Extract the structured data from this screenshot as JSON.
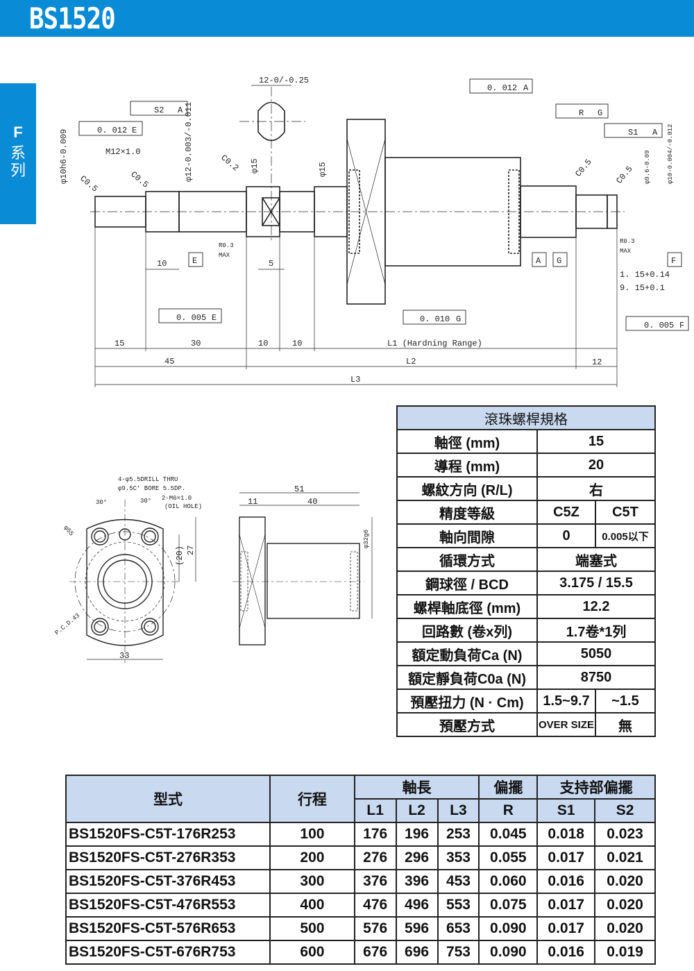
{
  "header": {
    "title": "BS1520"
  },
  "side_tab": {
    "letter": "F",
    "text": "系列"
  },
  "colors": {
    "brand_blue": "#0a8bd6",
    "table_header": "#c9daf0"
  },
  "drawing": {
    "labels": {
      "gt_s2": "S2",
      "gt_s2_ref": "A",
      "gt_012e": "0. 012",
      "gt_012e_ref": "E",
      "d10h6": "φ10h6-0.009",
      "c05a": "C0.5",
      "c05b": "C0.5",
      "m12": "M12×1.0",
      "d12": "φ12-0.003/-0.011",
      "flat": "12-0/-0.25",
      "c02": "C0.2",
      "d15a": "φ15",
      "d15b": "φ15",
      "r03a": "R0.3",
      "maxa": "MAX",
      "d10a": "10",
      "ea": "E",
      "five": "5",
      "gt_005e": "0. 005",
      "gt_005e_ref": "E",
      "gt_012a": "0. 012",
      "gt_012a_ref": "A",
      "gt_rg": "R",
      "gt_rg_ref": "G",
      "gt_s1": "S1",
      "gt_s1_ref": "A",
      "c05c": "C0.5",
      "c05d": "C0.5",
      "d96": "φ9.6-0.09",
      "d10b": "φ10-0.004/-0.012",
      "r03b": "R0.3",
      "maxb": "MAX",
      "l115": "1. 15+0.14",
      "l915": "9. 15+0.1",
      "da": "A",
      "dg": "G",
      "df": "F",
      "gt_010g": "0. 010",
      "gt_010g_ref": "G",
      "gt_005f": "0. 005",
      "gt_005f_ref": "F",
      "d15": "15",
      "d30": "30",
      "d10c": "10",
      "d10d": "10",
      "l1": "L1 (Hardning Range)",
      "d12r": "12",
      "d45": "45",
      "l2": "L2",
      "l3": "L3",
      "drill1": "4-φ5.5DRILL THRU",
      "drill2": "φ9.5C' BORE 5.5DP.",
      "ang1": "30°",
      "ang2": "30°",
      "m6": "2-M6×1.0",
      "oil": "(OIL HOLE)",
      "d55": "φ55",
      "pcd": "P.C.D.43",
      "d20": "(20)",
      "d27": "27",
      "d33": "33",
      "d51": "51",
      "d11": "11",
      "d40": "40",
      "d32": "φ32g6"
    }
  },
  "spec_table": {
    "title": "滾珠螺桿規格",
    "rows": [
      {
        "label": "軸徑 (mm)",
        "value": "15"
      },
      {
        "label": "導程 (mm)",
        "value": "20"
      },
      {
        "label": "螺紋方向 (R/L)",
        "value": "右"
      },
      {
        "label": "精度等級",
        "v1": "C5Z",
        "v2": "C5T"
      },
      {
        "label": "軸向間隙",
        "v1": "0",
        "v2": "0.005以下"
      },
      {
        "label": "循環方式",
        "value": "端塞式"
      },
      {
        "label": "鋼球徑 / BCD",
        "value": "3.175 / 15.5"
      },
      {
        "label": "螺桿軸底徑 (mm)",
        "value": "12.2"
      },
      {
        "label": "回路數 (卷x列)",
        "value": "1.7卷*1列"
      },
      {
        "label": "額定動負荷Ca  (N)",
        "value": "5050"
      },
      {
        "label": "額定靜負荷C0a  (N)",
        "value": "8750"
      },
      {
        "label": "預壓扭力  (N · Cm)",
        "v1": "1.5~9.7",
        "v2": "~1.5"
      },
      {
        "label": "預壓方式",
        "v1": "OVER SIZE",
        "v2": "無"
      }
    ]
  },
  "model_table": {
    "headers": {
      "model": "型式",
      "stroke": "行程",
      "shaft_length": "軸長",
      "runout": "偏擺",
      "support_runout": "支持部偏擺",
      "l1": "L1",
      "l2": "L2",
      "l3": "L3",
      "r": "R",
      "s1": "S1",
      "s2": "S2"
    },
    "rows": [
      [
        "BS1520FS-C5T-176R253",
        "100",
        "176",
        "196",
        "253",
        "0.045",
        "0.018",
        "0.023"
      ],
      [
        "BS1520FS-C5T-276R353",
        "200",
        "276",
        "296",
        "353",
        "0.055",
        "0.017",
        "0.021"
      ],
      [
        "BS1520FS-C5T-376R453",
        "300",
        "376",
        "396",
        "453",
        "0.060",
        "0.016",
        "0.020"
      ],
      [
        "BS1520FS-C5T-476R553",
        "400",
        "476",
        "496",
        "553",
        "0.075",
        "0.017",
        "0.020"
      ],
      [
        "BS1520FS-C5T-576R653",
        "500",
        "576",
        "596",
        "653",
        "0.090",
        "0.017",
        "0.020"
      ],
      [
        "BS1520FS-C5T-676R753",
        "600",
        "676",
        "696",
        "753",
        "0.090",
        "0.016",
        "0.019"
      ]
    ]
  }
}
